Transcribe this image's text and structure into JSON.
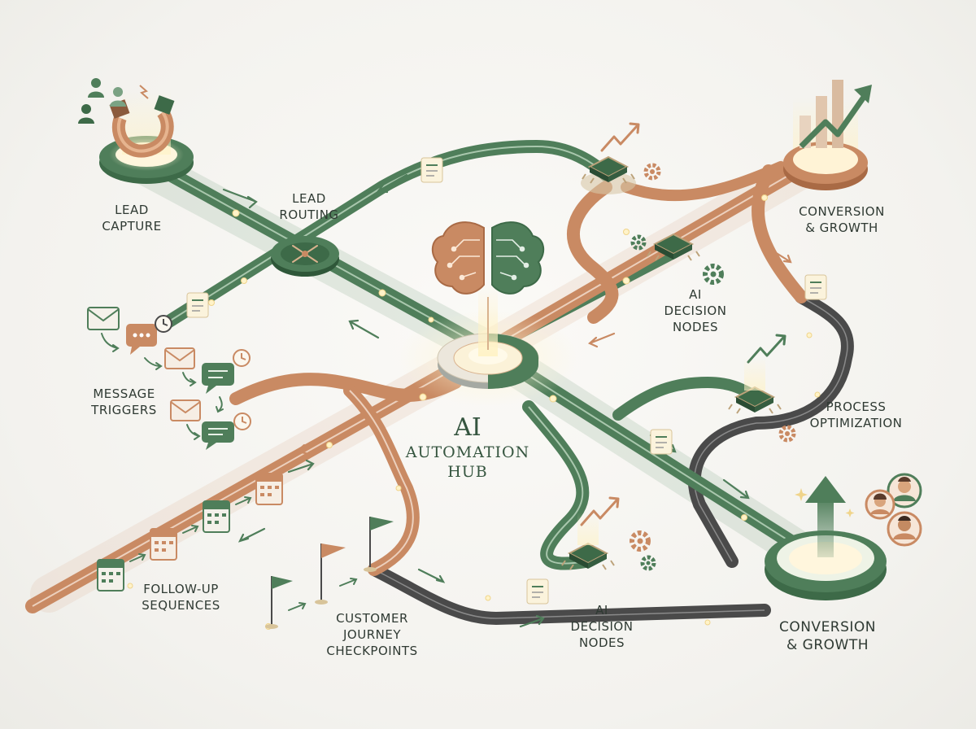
{
  "colors": {
    "green": "#4f7e5a",
    "green_dark": "#3d6a48",
    "copper": "#c98a63",
    "copper_dark": "#a96a45",
    "charcoal": "#4a4a4a",
    "glow": "#fff3c9",
    "text": "#2f3a33"
  },
  "hub": {
    "line1": "AI",
    "line2": "AUTOMATION",
    "line3": "HUB"
  },
  "labels": {
    "lead_capture": [
      "LEAD",
      "CAPTURE"
    ],
    "lead_routing": [
      "LEAD",
      "ROUTING"
    ],
    "conversion_top": [
      "CONVERSION",
      "& GROWTH"
    ],
    "ai_nodes_top": [
      "AI",
      "DECISION",
      "NODES"
    ],
    "message_triggers": [
      "MESSAGE",
      "TRIGGERS"
    ],
    "process_optimization": [
      "PROCESS",
      "OPTIMIZATION"
    ],
    "follow_up": [
      "FOLLOW-UP",
      "SEQUENCES"
    ],
    "checkpoints": [
      "CUSTOMER",
      "JOURNEY",
      "CHECKPOINTS"
    ],
    "ai_nodes_bottom": [
      "AI",
      "DECISION",
      "NODES"
    ],
    "conversion_bottom": [
      "CONVERSION",
      "& GROWTH"
    ]
  },
  "icons": {
    "magnet": "magnet-icon",
    "brain": "brain-icon",
    "chip": "chip-icon",
    "gear": "gear-icon",
    "envelope": "envelope-icon",
    "chat": "chat-bubble-icon",
    "clock": "clock-icon",
    "calendar": "calendar-icon",
    "flag": "flag-icon",
    "growth_arrow": "growth-arrow-icon",
    "person": "person-icon",
    "document": "document-icon"
  }
}
